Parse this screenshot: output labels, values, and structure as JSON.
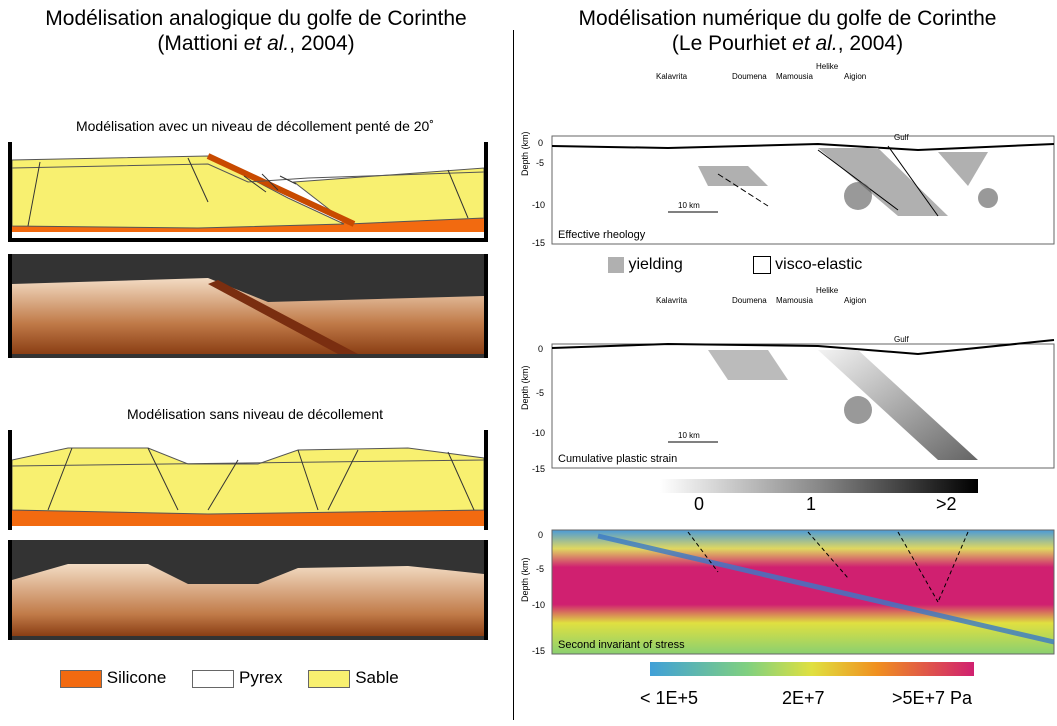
{
  "left": {
    "title_line1": "Modélisation analogique du golfe de Corinthe",
    "title_line2_a": "(Mattioni ",
    "title_line2_em": "et al.",
    "title_line2_b": ", 2004)",
    "section1": "Modélisation avec un niveau de décollement penté de 20˚",
    "section2": "Modélisation sans niveau de décollement",
    "legend": [
      {
        "label": "Silicone",
        "color": "#f26a10"
      },
      {
        "label": "Pyrex",
        "color": "#ffffff"
      },
      {
        "label": "Sable",
        "color": "#f8f070"
      }
    ]
  },
  "right": {
    "title_line1": "Modélisation numérique du golfe de Corinthe",
    "title_line2_a": "(Le Pourhiet ",
    "title_line2_em": "et al.",
    "title_line2_b": ", 2004)",
    "places": [
      "Kalavrita",
      "Doumena",
      "Mamousia",
      "Helike",
      "Aigion"
    ],
    "gulf": "Gulf",
    "depth_axis": "Depth (km)",
    "depth_ticks": [
      "0",
      "-5",
      "-10",
      "-15"
    ],
    "scale": "10 km",
    "panel1_caption": "Effective rheology",
    "panel2_caption": "Cumulative plastic strain",
    "panel3_caption": "Second invariant of stress",
    "legend1": [
      {
        "label": "yielding",
        "color": "#b0b0b0"
      },
      {
        "label": "visco-elastic",
        "color": "#ffffff"
      }
    ],
    "strain_ticks": [
      "0",
      "1",
      ">2"
    ],
    "stress_ticks": [
      "< 1E+5",
      "2E+7",
      ">5E+7 Pa"
    ]
  }
}
